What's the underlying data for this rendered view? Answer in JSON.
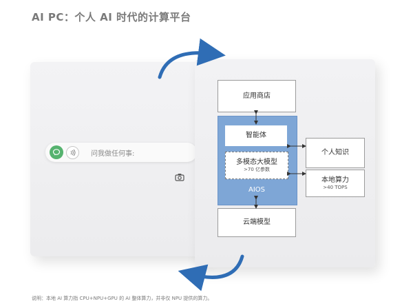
{
  "title": "AI PC：个人 AI 时代的计算平台",
  "search": {
    "placeholder": "问我做任何事:"
  },
  "diagram": {
    "app_store": "应用商店",
    "agent": "智能体",
    "multimodal_model": "多模态大模型",
    "multimodal_params": ">70 亿参数",
    "aios": "AIOS",
    "cloud_model": "云端模型",
    "personal_knowledge": "个人知识",
    "local_compute": "本地算力",
    "local_compute_tops": ">40 TOPS"
  },
  "footnote": "说明：本地 AI 算力指 CPU+NPU+GPU 的 AI 整体算力，并非仅 NPU 提供的算力。",
  "colors": {
    "aios_fill": "#7ea6d6",
    "arrow_blue": "#2f6db5",
    "chat_green": "#56b36f"
  },
  "icons": [
    "chat-bubble-icon",
    "voice-icon",
    "camera-icon",
    "cycle-arrow-icon"
  ]
}
